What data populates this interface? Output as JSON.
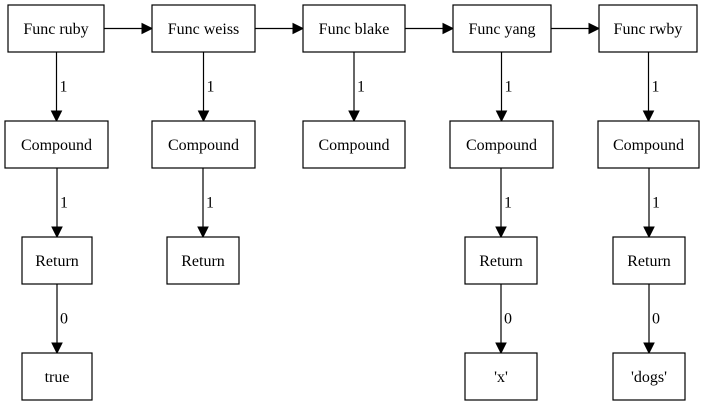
{
  "nodes": {
    "func_ruby": "Func ruby",
    "func_weiss": "Func weiss",
    "func_blake": "Func blake",
    "func_yang": "Func yang",
    "func_rwby": "Func rwby",
    "compound_ruby": "Compound",
    "compound_weiss": "Compound",
    "compound_blake": "Compound",
    "compound_yang": "Compound",
    "compound_rwby": "Compound",
    "return_ruby": "Return",
    "return_weiss": "Return",
    "return_yang": "Return",
    "return_rwby": "Return",
    "value_ruby": "true",
    "value_yang": "'x'",
    "value_rwby": "'dogs'"
  },
  "edges": [
    {
      "from": "func_ruby",
      "to": "func_weiss",
      "label": ""
    },
    {
      "from": "func_weiss",
      "to": "func_blake",
      "label": ""
    },
    {
      "from": "func_blake",
      "to": "func_yang",
      "label": ""
    },
    {
      "from": "func_yang",
      "to": "func_rwby",
      "label": ""
    },
    {
      "from": "func_ruby",
      "to": "compound_ruby",
      "label": "1"
    },
    {
      "from": "func_weiss",
      "to": "compound_weiss",
      "label": "1"
    },
    {
      "from": "func_blake",
      "to": "compound_blake",
      "label": "1"
    },
    {
      "from": "func_yang",
      "to": "compound_yang",
      "label": "1"
    },
    {
      "from": "func_rwby",
      "to": "compound_rwby",
      "label": "1"
    },
    {
      "from": "compound_ruby",
      "to": "return_ruby",
      "label": "1"
    },
    {
      "from": "compound_weiss",
      "to": "return_weiss",
      "label": "1"
    },
    {
      "from": "compound_yang",
      "to": "return_yang",
      "label": "1"
    },
    {
      "from": "compound_rwby",
      "to": "return_rwby",
      "label": "1"
    },
    {
      "from": "return_ruby",
      "to": "value_ruby",
      "label": "0"
    },
    {
      "from": "return_yang",
      "to": "value_yang",
      "label": "0"
    },
    {
      "from": "return_rwby",
      "to": "value_rwby",
      "label": "0"
    }
  ]
}
